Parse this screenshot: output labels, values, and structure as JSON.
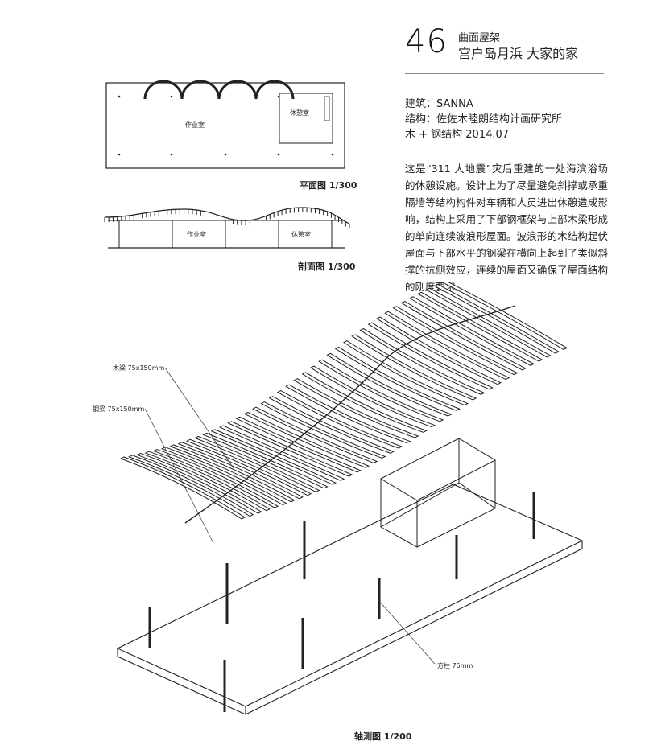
{
  "header": {
    "number": "46",
    "category": "曲面屋架",
    "project": "宫户岛月浜 大家的家"
  },
  "credits": {
    "architect": "建筑：SANNA",
    "structure": "结构：佐佐木睦朗结构计画研究所",
    "material_date": "木 + 钢结构    2014.07"
  },
  "description": "这是“311 大地震”灾后重建的一处海滨浴场的休憩设施。设计上为了尽量避免斜撑或承重隔墙等结构构件对车辆和人员进出休憩造成影响，结构上采用了下部钢框架与上部木梁形成的单向连续波浪形屋面。波浪形的木结构起伏屋面与下部水平的钢梁在横向上起到了类似斜撑的抗侧效应，连续的屋面又确保了屋面结构的刚度要求。",
  "plan": {
    "caption": "平面图 1/300",
    "room_work": "作业室",
    "room_rest": "休憩室"
  },
  "section": {
    "caption": "剖面图 1/300",
    "room_work": "作业室",
    "room_rest": "休憩室"
  },
  "axon": {
    "caption": "轴测图 1/200",
    "label_wood_beam": "木梁 75x150mm",
    "label_steel_beam": "钢梁 75x150mm",
    "label_column": "方柱 75mm"
  }
}
